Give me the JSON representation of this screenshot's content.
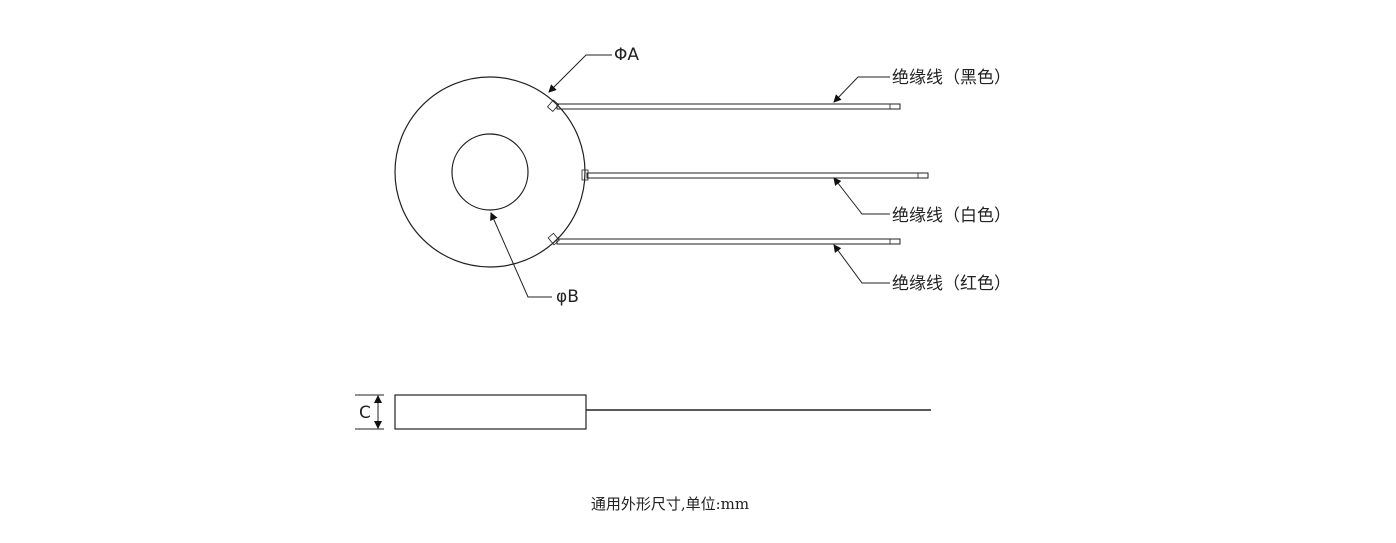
{
  "labels": {
    "outer_diameter": "ΦA",
    "inner_diameter": "φB",
    "thickness": "C",
    "wire_black": "绝缘线（黑色）",
    "wire_white": "绝缘线（白色）",
    "wire_red": "绝缘线（红色）"
  },
  "caption": "通用外形尺寸,单位:mm"
}
